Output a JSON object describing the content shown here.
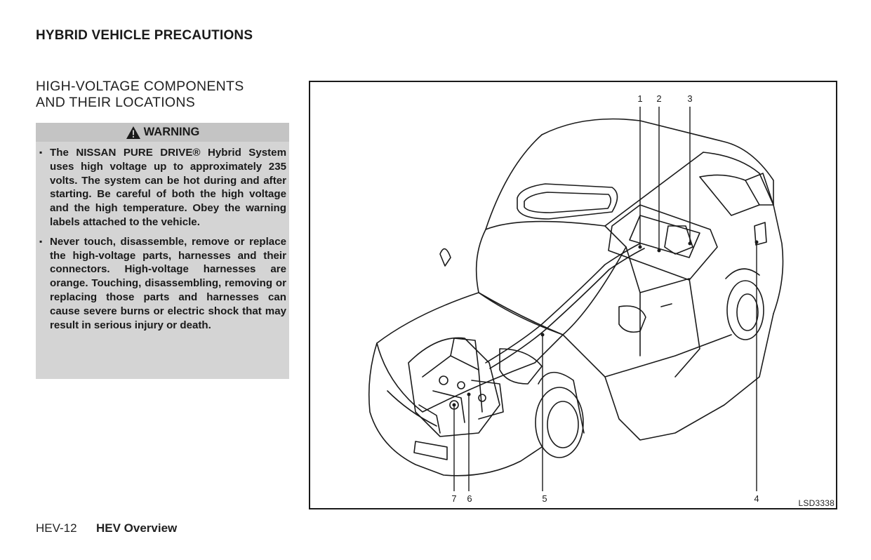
{
  "header": {
    "title": "HYBRID VEHICLE PRECAUTIONS"
  },
  "section": {
    "title_line1": "HIGH-VOLTAGE COMPONENTS",
    "title_line2": "AND THEIR LOCATIONS"
  },
  "warning": {
    "icon": "warning-triangle-icon",
    "label": "WARNING",
    "items": [
      "The NISSAN PURE DRIVE® Hybrid System uses high voltage up to approximately 235 volts. The system can be hot during and after starting. Be careful of both the high voltage and the high temperature. Obey the warning labels attached to the vehicle.",
      "Never touch, disassemble, remove or replace the high-voltage parts, harnesses and their connectors. High-voltage harnesses are orange. Touching, disassembling, removing or replacing those parts and harnesses can cause severe burns or electric shock that may result in serious injury or death."
    ]
  },
  "figure": {
    "code": "LSD3338",
    "callouts": [
      "1",
      "2",
      "3",
      "4",
      "5",
      "6",
      "7"
    ]
  },
  "footer": {
    "page": "HEV-12",
    "section": "HEV Overview"
  }
}
